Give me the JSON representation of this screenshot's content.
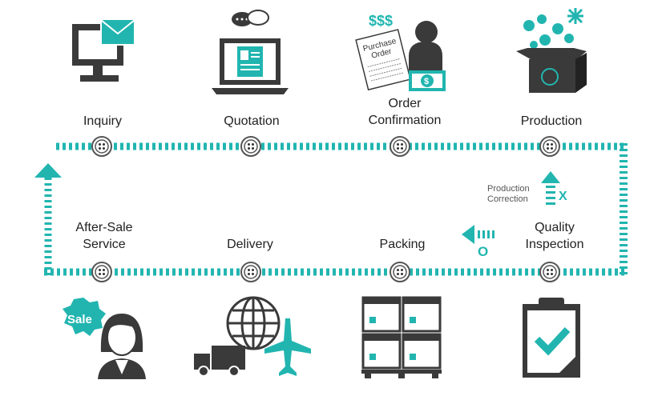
{
  "steps_top": [
    {
      "label": "Inquiry",
      "icon": "computer-mail-icon"
    },
    {
      "label": "Quotation",
      "icon": "laptop-chat-icon"
    },
    {
      "label": "Order\nConfirmation",
      "icon": "purchase-order-icon",
      "icon_text": [
        "$$$",
        "Purchase",
        "Order",
        "$"
      ]
    },
    {
      "label": "Production",
      "icon": "box-buttons-icon"
    }
  ],
  "steps_bottom": [
    {
      "label": "After-Sale\nService",
      "icon": "customer-service-icon",
      "icon_text": "Sale"
    },
    {
      "label": "Delivery",
      "icon": "globe-truck-plane-icon"
    },
    {
      "label": "Packing",
      "icon": "pallet-boxes-icon"
    },
    {
      "label": "Quality\nInspection",
      "icon": "clipboard-check-icon"
    }
  ],
  "correction": {
    "label": "Production\nCorrection",
    "mark": "X"
  },
  "pass": {
    "mark": "O"
  },
  "colors": {
    "teal": "#22b5b0",
    "dark": "#3a3a3a"
  }
}
